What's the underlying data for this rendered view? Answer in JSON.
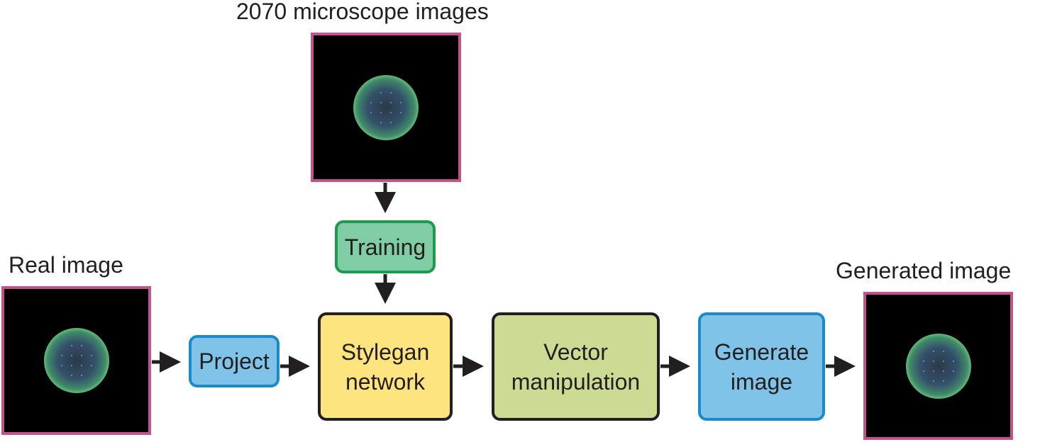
{
  "labels": {
    "dataset": "2070 microscope images",
    "real_image": "Real image",
    "generated_image": "Generated image"
  },
  "steps": {
    "training": "Training",
    "project": "Project",
    "stylegan_line1": "Stylegan",
    "stylegan_line2": "network",
    "vector_line1": "Vector",
    "vector_line2": "manipulation",
    "generate_line1": "Generate",
    "generate_line2": "image"
  },
  "colors": {
    "image_border": "#c0548e",
    "training_fill": "#80cca4",
    "training_border": "#1e9a50",
    "project_fill": "#7fc4e8",
    "project_border": "#1a8acc",
    "stylegan_fill": "#fde47f",
    "vector_fill": "#ccdb94",
    "arrow": "#231f20"
  }
}
